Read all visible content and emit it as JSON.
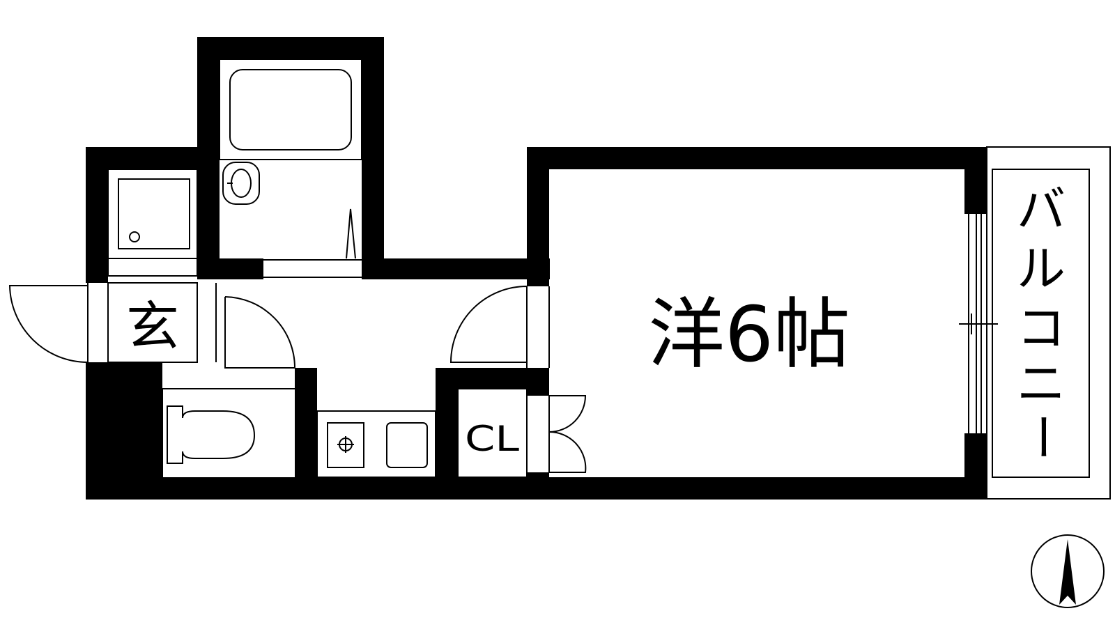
{
  "floorplan": {
    "rooms": {
      "western_room": "洋6帖",
      "entrance": "玄",
      "closet": "CL",
      "balcony": "バルコニー"
    },
    "balcony_chars": [
      "バ",
      "ル",
      "コ",
      "ニ",
      "ー"
    ],
    "icons": {
      "compass": "north-arrow-icon",
      "bathtub": "bathtub-icon",
      "washbasin": "washbasin-icon",
      "toilet": "toilet-icon",
      "stove": "stove-icon",
      "sink": "sink-icon",
      "washer": "washing-machine-pan-icon"
    },
    "colors": {
      "wall": "#000000",
      "background": "#ffffff"
    }
  }
}
